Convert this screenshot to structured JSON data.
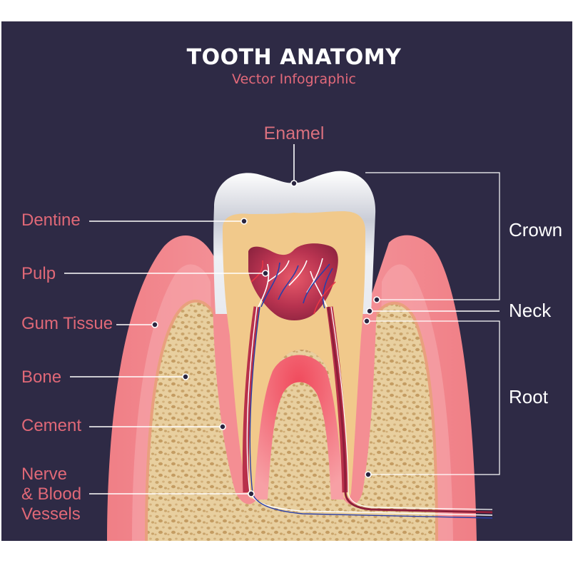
{
  "header": {
    "title": "TOOTH ANATOMY",
    "subtitle": "Vector Infographic"
  },
  "labels": {
    "enamel": "Enamel",
    "dentine": "Dentine",
    "pulp": "Pulp",
    "gum_tissue": "Gum Tissue",
    "bone": "Bone",
    "cement": "Cement",
    "nerve_line1": "Nerve",
    "nerve_line2": "& Blood",
    "nerve_line3": "Vessels",
    "crown": "Crown",
    "neck": "Neck",
    "root": "Root"
  },
  "colors": {
    "background": "#2e2a45",
    "gum": "#f28b8f",
    "gum_light": "#f8b4b4",
    "bone": "#e4c99a",
    "dentine": "#f0c98a",
    "enamel": "#f4f4f6",
    "pulp": "#9c2c45",
    "accent_text": "#e06877"
  }
}
